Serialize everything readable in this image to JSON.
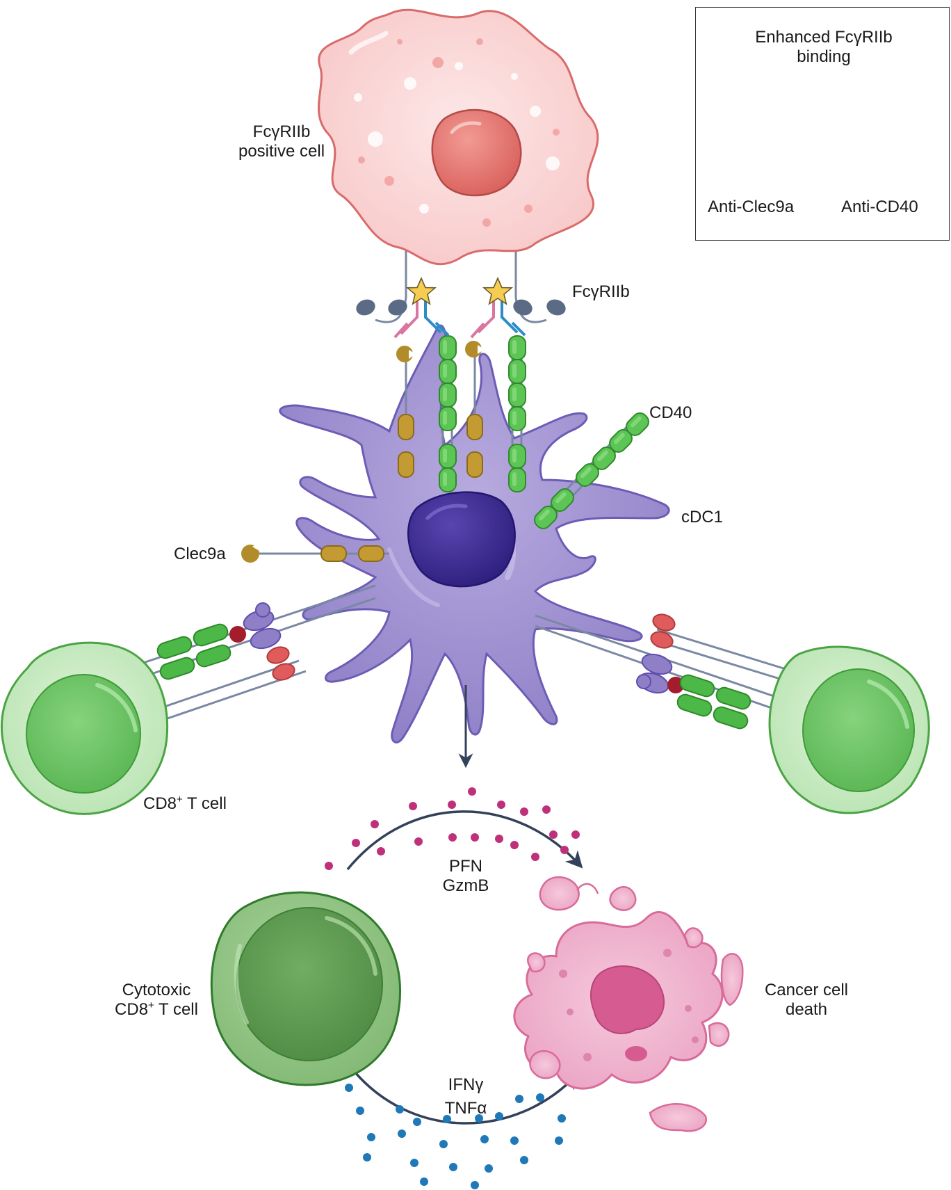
{
  "legend": {
    "title_line1": "Enhanced FcγRIIb",
    "title_line2": "binding",
    "left_label": "Anti-Clec9a",
    "right_label": "Anti-CD40"
  },
  "labels": {
    "fcgr_cell_line1": "FcγRIIb",
    "fcgr_cell_line2": "positive cell",
    "fcgr_receptor": "FcγRIIb",
    "cd40": "CD40",
    "cdc1": "cDC1",
    "clec9a": "Clec9a",
    "cd8_prefix": "CD8",
    "cd8_sup": "+",
    "cd8_suffix": " T cell",
    "cyto_line1": "Cytotoxic",
    "cyto_prefix": "CD8",
    "cyto_sup": "+",
    "cyto_suffix": " T cell",
    "pfn": "PFN",
    "gzmb": "GzmB",
    "ifng": "IFNγ",
    "tnfa": "TNFα",
    "cancer_line1": "Cancer cell",
    "cancer_line2": "death"
  },
  "colors": {
    "anti_clec9a_pink": "#d9769f",
    "anti_cd40_blue": "#2b8cc8",
    "cd40_green": "#4cb848",
    "clec9a_gold": "#b28c2a",
    "fcgr_slate": "#5b6b85",
    "cdc1_purple": "#9d8fd0",
    "tcell_green": "#8fd48a",
    "cancer_pink": "#e79bbd",
    "pfn_dots": "#c0307a",
    "ifn_dots": "#1f78b8"
  }
}
